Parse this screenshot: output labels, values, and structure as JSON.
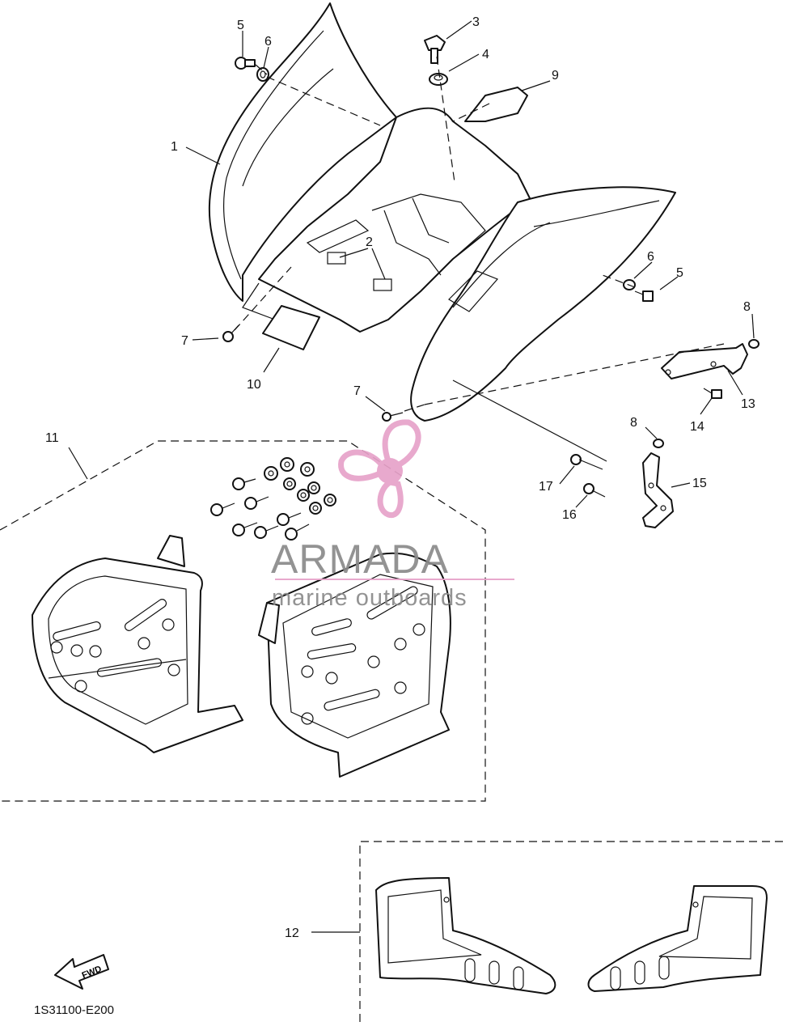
{
  "diagram": {
    "code": "1S31100-E200",
    "fwd_label": "FWD",
    "callouts": [
      "1",
      "2",
      "3",
      "4",
      "5",
      "6",
      "5",
      "6",
      "7",
      "7",
      "8",
      "8",
      "9",
      "10",
      "11",
      "12",
      "13",
      "14",
      "15",
      "16",
      "17"
    ]
  },
  "watermark": {
    "brand": "ARMADA",
    "tagline": "marine outboards",
    "color_primary": "#e7a2c9",
    "color_text": "#8a8a8a"
  }
}
